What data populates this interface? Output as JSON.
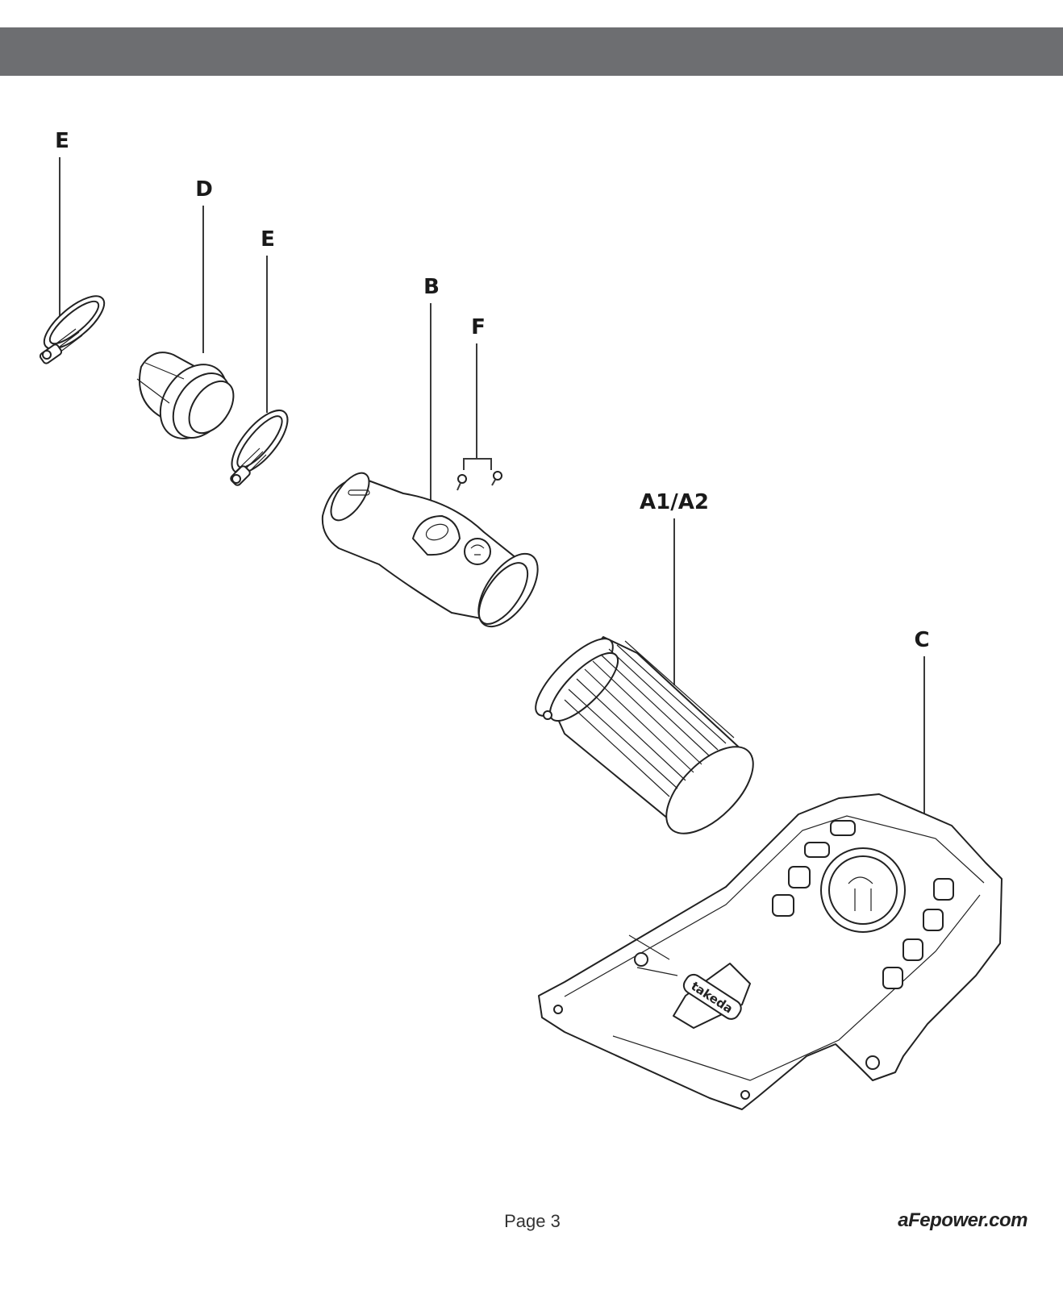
{
  "header": {
    "bar_color": "#6d6e71"
  },
  "callouts": {
    "e_left": "E",
    "d": "D",
    "e_right": "E",
    "b": "B",
    "f": "F",
    "a": "A1/A2",
    "c": "C"
  },
  "logos": {
    "box_badge": "takeda"
  },
  "footer": {
    "page": "Page 3",
    "website": "aFepower.com"
  }
}
